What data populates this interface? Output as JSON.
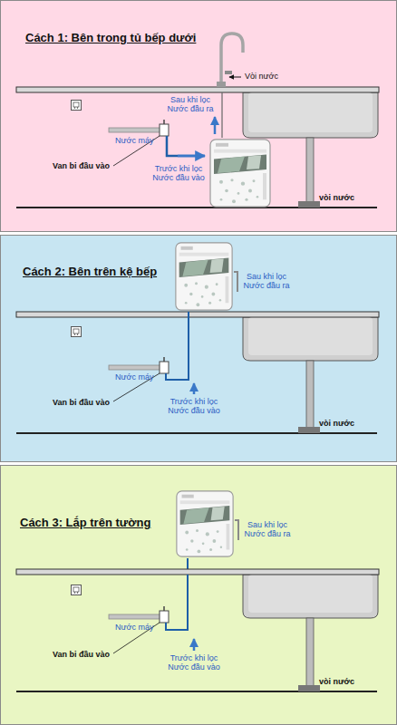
{
  "diagram": {
    "nodes": [
      {
        "text": [
          "Cách 1: Bên trong tủ bếp dưới"
        ]
      },
      {
        "text": [
          "Cách 2: Bên trên kệ bếp"
        ]
      },
      {
        "text": [
          "Cách 3: Lắp trên tường"
        ]
      }
    ],
    "labels": [
      "Vòi nước",
      "Sau khi lọc Nước đầu ra",
      "Nước máy",
      "Van bi đầu vào",
      "Trước khi lọc Nước đầu vào",
      "vòi nước",
      "Sau khi lọc Nước đầu ra",
      "Nước máy",
      "Van bi đầu vào",
      "Trước khi lọc Nước đầu vào",
      "vòi nước",
      "Sau khi lọc Nước đầu ra",
      "Nước máy",
      "Van bi đầu vào",
      "Trước khi lọc Nước đầu vào",
      "vòi nước"
    ]
  }
}
